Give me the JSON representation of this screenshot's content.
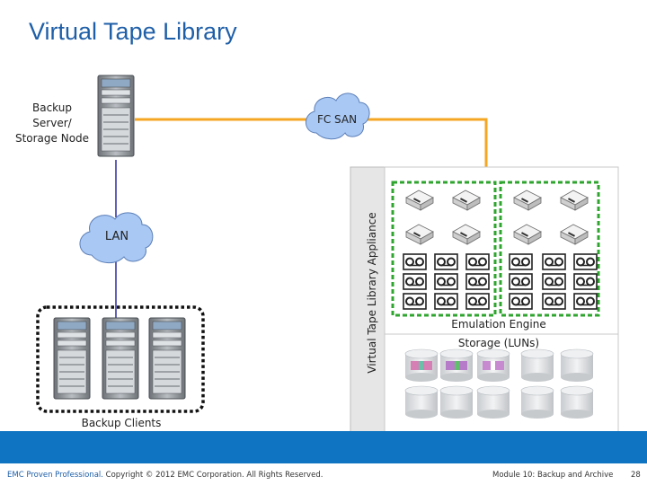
{
  "title": "Virtual Tape Library",
  "labels": {
    "backup_server": "Backup Server/\nStorage Node",
    "fc_san": "FC SAN",
    "lan": "LAN",
    "vtl_appliance": "Virtual Tape Library Appliance",
    "emulation_engine": "Emulation Engine",
    "storage_luns": "Storage (LUNs)",
    "backup_clients": "Backup Clients"
  },
  "footer": {
    "left_highlight": "EMC Proven Professional.",
    "left_rest": " Copyright © 2012 EMC Corporation. All Rights Reserved.",
    "module": "Module 10: Backup and Archive",
    "page": "28"
  },
  "colors": {
    "title": "#1f5fa8",
    "san_link": "#f5a623",
    "lan_link": "#2b2ba0",
    "cloud": "#a9c8f4",
    "footer_band": "#0f75c2",
    "group_green": "#2fa52f"
  }
}
